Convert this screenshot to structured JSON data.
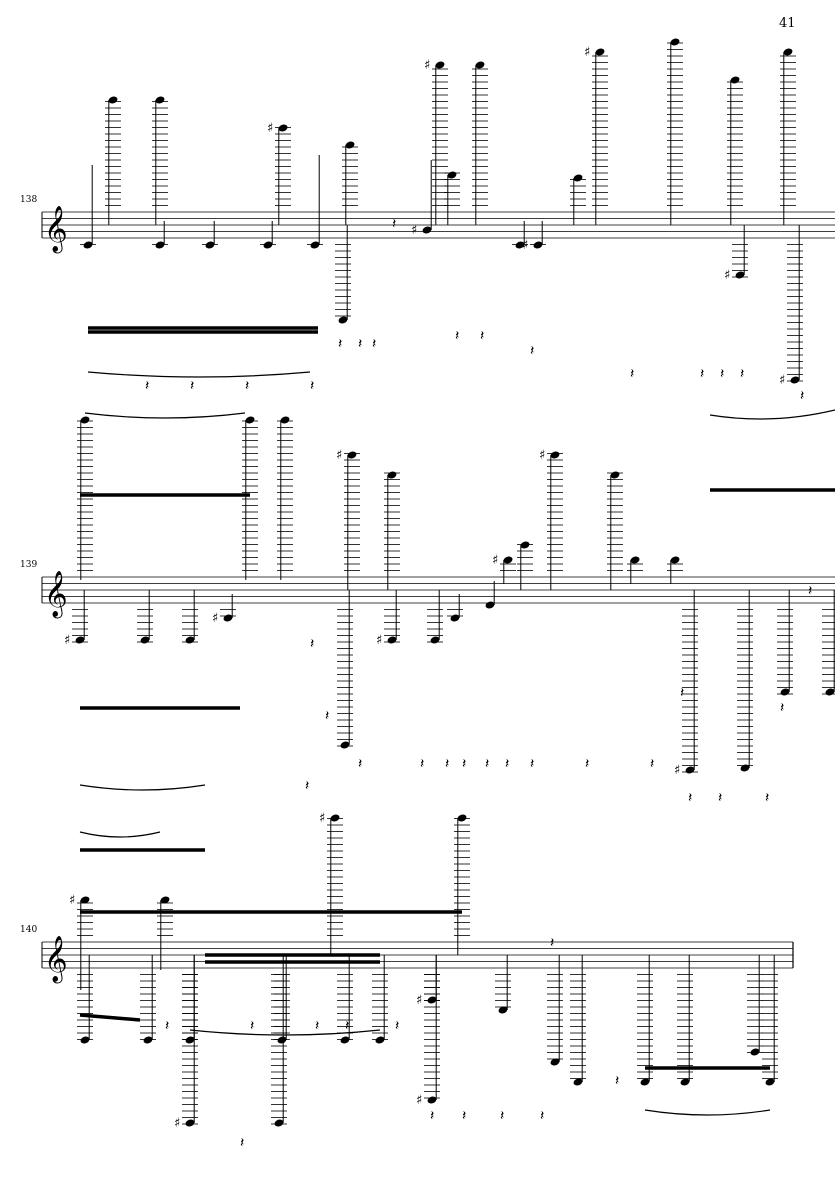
{
  "page": {
    "number": "41"
  },
  "systems": [
    {
      "measure_number": "138",
      "clef": "treble"
    },
    {
      "measure_number": "139",
      "clef": "treble"
    },
    {
      "measure_number": "140",
      "clef": "treble"
    }
  ],
  "colors": {
    "ink": "#000000",
    "paper": "#ffffff"
  }
}
